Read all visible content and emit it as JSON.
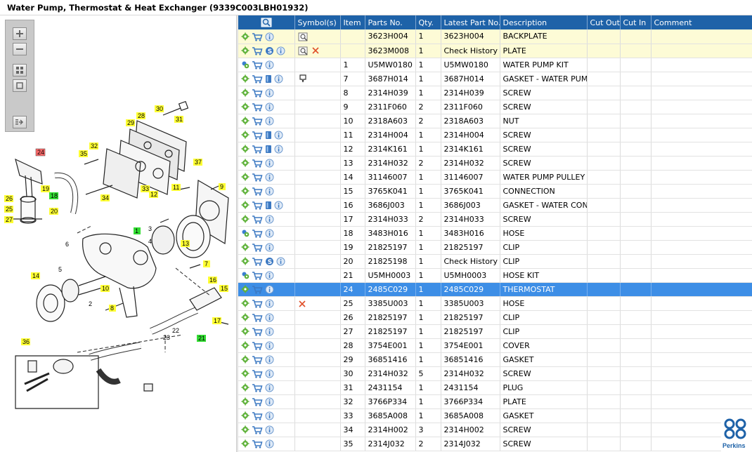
{
  "window": {
    "title": "Water Pump, Thermostat & Heat Exchanger (9339C003LBH01932)"
  },
  "diagram": {
    "toolbar": [
      {
        "name": "zoom-in",
        "icon": "plus-icon"
      },
      {
        "name": "zoom-out",
        "icon": "minus-icon"
      },
      {
        "name": "fit-all",
        "icon": "grid-icon"
      },
      {
        "name": "fit-window",
        "icon": "square-icon"
      },
      {
        "name": "export",
        "icon": "arrow-right-icon"
      }
    ],
    "callouts": [
      {
        "label": "24",
        "color": "#ff6b6b"
      },
      {
        "label": "35",
        "color": "#ffff33"
      },
      {
        "label": "32",
        "color": "#ffff33"
      },
      {
        "label": "28",
        "color": "#ffff33"
      },
      {
        "label": "30",
        "color": "#ffff33"
      },
      {
        "label": "29",
        "color": "#ffff33"
      },
      {
        "label": "31",
        "color": "#ffff33"
      },
      {
        "label": "37",
        "color": "#ffff33"
      },
      {
        "label": "9",
        "color": "#ffff33"
      },
      {
        "label": "19",
        "color": "#ffff33"
      },
      {
        "label": "18",
        "color": "#33dd33"
      },
      {
        "label": "26",
        "color": "#ffff33"
      },
      {
        "label": "25",
        "color": "#ffff33"
      },
      {
        "label": "27",
        "color": "#ffff33"
      },
      {
        "label": "20",
        "color": "#ffff33"
      },
      {
        "label": "34",
        "color": "#ffff33"
      },
      {
        "label": "33",
        "color": "#ffff33"
      },
      {
        "label": "11",
        "color": "#ffff33"
      },
      {
        "label": "12",
        "color": "#ffff33"
      },
      {
        "label": "1",
        "color": "#33dd33"
      },
      {
        "label": "13",
        "color": "#ffff33"
      },
      {
        "label": "7",
        "color": "#ffff33"
      },
      {
        "label": "14",
        "color": "#ffff33"
      },
      {
        "label": "10",
        "color": "#ffff33"
      },
      {
        "label": "16",
        "color": "#ffff33"
      },
      {
        "label": "15",
        "color": "#ffff33"
      },
      {
        "label": "8",
        "color": "#ffff33"
      },
      {
        "label": "17",
        "color": "#ffff33"
      },
      {
        "label": "21",
        "color": "#33dd33"
      },
      {
        "label": "36",
        "color": "#ffff33"
      }
    ],
    "plain_labels": [
      "3",
      "4",
      "5",
      "6",
      "2",
      "22",
      "23"
    ]
  },
  "grid": {
    "columns": [
      "",
      "Symbol(s)",
      "Item",
      "Parts No.",
      "Qty.",
      "Latest Part No.",
      "Description",
      "Cut Out",
      "Cut In",
      "Comment"
    ],
    "rows": [
      {
        "icons": [
          "cart",
          "info"
        ],
        "sym": [
          "history"
        ],
        "item": "",
        "part": "3623H004",
        "qty": "1",
        "latest": "3623H004",
        "desc": "BACKPLATE",
        "style": "yellow",
        "gear": "single"
      },
      {
        "icons": [
          "cart",
          "s",
          "info"
        ],
        "sym": [
          "history",
          "cross"
        ],
        "item": "",
        "part": "3623M008",
        "qty": "1",
        "latest": "Check History",
        "desc": "PLATE",
        "style": "yellow",
        "gear": "single"
      },
      {
        "icons": [
          "cart",
          "info"
        ],
        "sym": [],
        "item": "1",
        "part": "U5MW0180",
        "qty": "1",
        "latest": "U5MW0180",
        "desc": "WATER PUMP KIT",
        "style": "",
        "gear": "double"
      },
      {
        "icons": [
          "cart",
          "book",
          "info"
        ],
        "sym": [
          "pin"
        ],
        "item": "7",
        "part": "3687H014",
        "qty": "1",
        "latest": "3687H014",
        "desc": "GASKET - WATER PUMP",
        "style": "",
        "gear": "single"
      },
      {
        "icons": [
          "cart",
          "info"
        ],
        "sym": [],
        "item": "8",
        "part": "2314H039",
        "qty": "1",
        "latest": "2314H039",
        "desc": "SCREW",
        "style": "",
        "gear": "single"
      },
      {
        "icons": [
          "cart",
          "info"
        ],
        "sym": [],
        "item": "9",
        "part": "2311F060",
        "qty": "2",
        "latest": "2311F060",
        "desc": "SCREW",
        "style": "",
        "gear": "single"
      },
      {
        "icons": [
          "cart",
          "info"
        ],
        "sym": [],
        "item": "10",
        "part": "2318A603",
        "qty": "2",
        "latest": "2318A603",
        "desc": "NUT",
        "style": "",
        "gear": "single"
      },
      {
        "icons": [
          "cart",
          "book",
          "info"
        ],
        "sym": [],
        "item": "11",
        "part": "2314H004",
        "qty": "1",
        "latest": "2314H004",
        "desc": "SCREW",
        "style": "",
        "gear": "single"
      },
      {
        "icons": [
          "cart",
          "book",
          "info"
        ],
        "sym": [],
        "item": "12",
        "part": "2314K161",
        "qty": "1",
        "latest": "2314K161",
        "desc": "SCREW",
        "style": "",
        "gear": "single"
      },
      {
        "icons": [
          "cart",
          "info"
        ],
        "sym": [],
        "item": "13",
        "part": "2314H032",
        "qty": "2",
        "latest": "2314H032",
        "desc": "SCREW",
        "style": "",
        "gear": "single"
      },
      {
        "icons": [
          "cart",
          "info"
        ],
        "sym": [],
        "item": "14",
        "part": "31146007",
        "qty": "1",
        "latest": "31146007",
        "desc": "WATER PUMP PULLEY",
        "style": "",
        "gear": "single"
      },
      {
        "icons": [
          "cart",
          "info"
        ],
        "sym": [],
        "item": "15",
        "part": "3765K041",
        "qty": "1",
        "latest": "3765K041",
        "desc": "CONNECTION",
        "style": "",
        "gear": "single"
      },
      {
        "icons": [
          "cart",
          "book",
          "info"
        ],
        "sym": [],
        "item": "16",
        "part": "3686J003",
        "qty": "1",
        "latest": "3686J003",
        "desc": "GASKET - WATER CONN",
        "style": "",
        "gear": "single"
      },
      {
        "icons": [
          "cart",
          "info"
        ],
        "sym": [],
        "item": "17",
        "part": "2314H033",
        "qty": "2",
        "latest": "2314H033",
        "desc": "SCREW",
        "style": "",
        "gear": "single"
      },
      {
        "icons": [
          "cart",
          "info"
        ],
        "sym": [],
        "item": "18",
        "part": "3483H016",
        "qty": "1",
        "latest": "3483H016",
        "desc": "HOSE",
        "style": "",
        "gear": "double"
      },
      {
        "icons": [
          "cart",
          "info"
        ],
        "sym": [],
        "item": "19",
        "part": "21825197",
        "qty": "1",
        "latest": "21825197",
        "desc": "CLIP",
        "style": "",
        "gear": "single"
      },
      {
        "icons": [
          "cart",
          "s",
          "info"
        ],
        "sym": [],
        "item": "20",
        "part": "21825198",
        "qty": "1",
        "latest": "Check History",
        "desc": "CLIP",
        "style": "",
        "gear": "single"
      },
      {
        "icons": [
          "cart",
          "info"
        ],
        "sym": [],
        "item": "21",
        "part": "U5MH0003",
        "qty": "1",
        "latest": "U5MH0003",
        "desc": "HOSE KIT",
        "style": "",
        "gear": "double"
      },
      {
        "icons": [
          "cart",
          "info"
        ],
        "sym": [],
        "item": "24",
        "part": "2485C029",
        "qty": "1",
        "latest": "2485C029",
        "desc": "THERMOSTAT",
        "style": "selected",
        "gear": "single"
      },
      {
        "icons": [
          "cart",
          "info"
        ],
        "sym": [
          "cross"
        ],
        "item": "25",
        "part": "3385U003",
        "qty": "1",
        "latest": "3385U003",
        "desc": "HOSE",
        "style": "",
        "gear": "single"
      },
      {
        "icons": [
          "cart",
          "info"
        ],
        "sym": [],
        "item": "26",
        "part": "21825197",
        "qty": "1",
        "latest": "21825197",
        "desc": "CLIP",
        "style": "",
        "gear": "single"
      },
      {
        "icons": [
          "cart",
          "info"
        ],
        "sym": [],
        "item": "27",
        "part": "21825197",
        "qty": "1",
        "latest": "21825197",
        "desc": "CLIP",
        "style": "",
        "gear": "single"
      },
      {
        "icons": [
          "cart",
          "info"
        ],
        "sym": [],
        "item": "28",
        "part": "3754E001",
        "qty": "1",
        "latest": "3754E001",
        "desc": "COVER",
        "style": "",
        "gear": "single"
      },
      {
        "icons": [
          "cart",
          "info"
        ],
        "sym": [],
        "item": "29",
        "part": "36851416",
        "qty": "1",
        "latest": "36851416",
        "desc": "GASKET",
        "style": "",
        "gear": "single"
      },
      {
        "icons": [
          "cart",
          "info"
        ],
        "sym": [],
        "item": "30",
        "part": "2314H032",
        "qty": "5",
        "latest": "2314H032",
        "desc": "SCREW",
        "style": "",
        "gear": "single"
      },
      {
        "icons": [
          "cart",
          "info"
        ],
        "sym": [],
        "item": "31",
        "part": "2431154",
        "qty": "1",
        "latest": "2431154",
        "desc": "PLUG",
        "style": "",
        "gear": "single"
      },
      {
        "icons": [
          "cart",
          "info"
        ],
        "sym": [],
        "item": "32",
        "part": "3766P334",
        "qty": "1",
        "latest": "3766P334",
        "desc": "PLATE",
        "style": "",
        "gear": "single"
      },
      {
        "icons": [
          "cart",
          "info"
        ],
        "sym": [],
        "item": "33",
        "part": "3685A008",
        "qty": "1",
        "latest": "3685A008",
        "desc": "GASKET",
        "style": "",
        "gear": "single"
      },
      {
        "icons": [
          "cart",
          "info"
        ],
        "sym": [],
        "item": "34",
        "part": "2314H002",
        "qty": "3",
        "latest": "2314H002",
        "desc": "SCREW",
        "style": "",
        "gear": "single"
      },
      {
        "icons": [
          "cart",
          "info"
        ],
        "sym": [],
        "item": "35",
        "part": "2314J032",
        "qty": "2",
        "latest": "2314J032",
        "desc": "SCREW",
        "style": "",
        "gear": "single"
      }
    ]
  },
  "brand": {
    "name": "Perkins",
    "color": "#1e62a8"
  }
}
